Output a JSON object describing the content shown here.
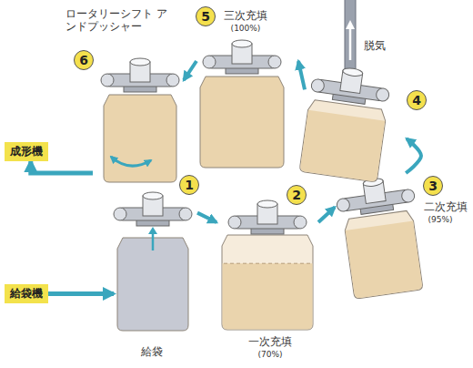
{
  "diagram": {
    "nodes": [
      {
        "text": [
          "給袋機"
        ]
      },
      {
        "text": [
          "給袋"
        ]
      },
      {
        "text": [
          "一次充填",
          "(70%)"
        ]
      },
      {
        "text": [
          "二次充填",
          "(95%)"
        ]
      },
      {
        "text": [
          "脱気"
        ]
      },
      {
        "text": [
          "三次充填",
          "(100%)"
        ]
      },
      {
        "text": [
          "ロータリーシフト アンドプッシャー"
        ]
      },
      {
        "text": [
          "成形機"
        ]
      }
    ],
    "edges": [
      {
        "from": 0,
        "to": 1,
        "arrow": "to"
      },
      {
        "from": 1,
        "to": 2,
        "arrow": "to"
      },
      {
        "from": 2,
        "to": 3,
        "arrow": "to"
      },
      {
        "from": 3,
        "to": 4,
        "arrow": "to"
      },
      {
        "from": 4,
        "to": 5,
        "arrow": "to"
      },
      {
        "from": 5,
        "to": 6,
        "arrow": "to"
      },
      {
        "from": 6,
        "to": 7,
        "arrow": "to"
      }
    ],
    "labels": [
      "1",
      "2",
      "3",
      "4",
      "5",
      "6"
    ]
  }
}
